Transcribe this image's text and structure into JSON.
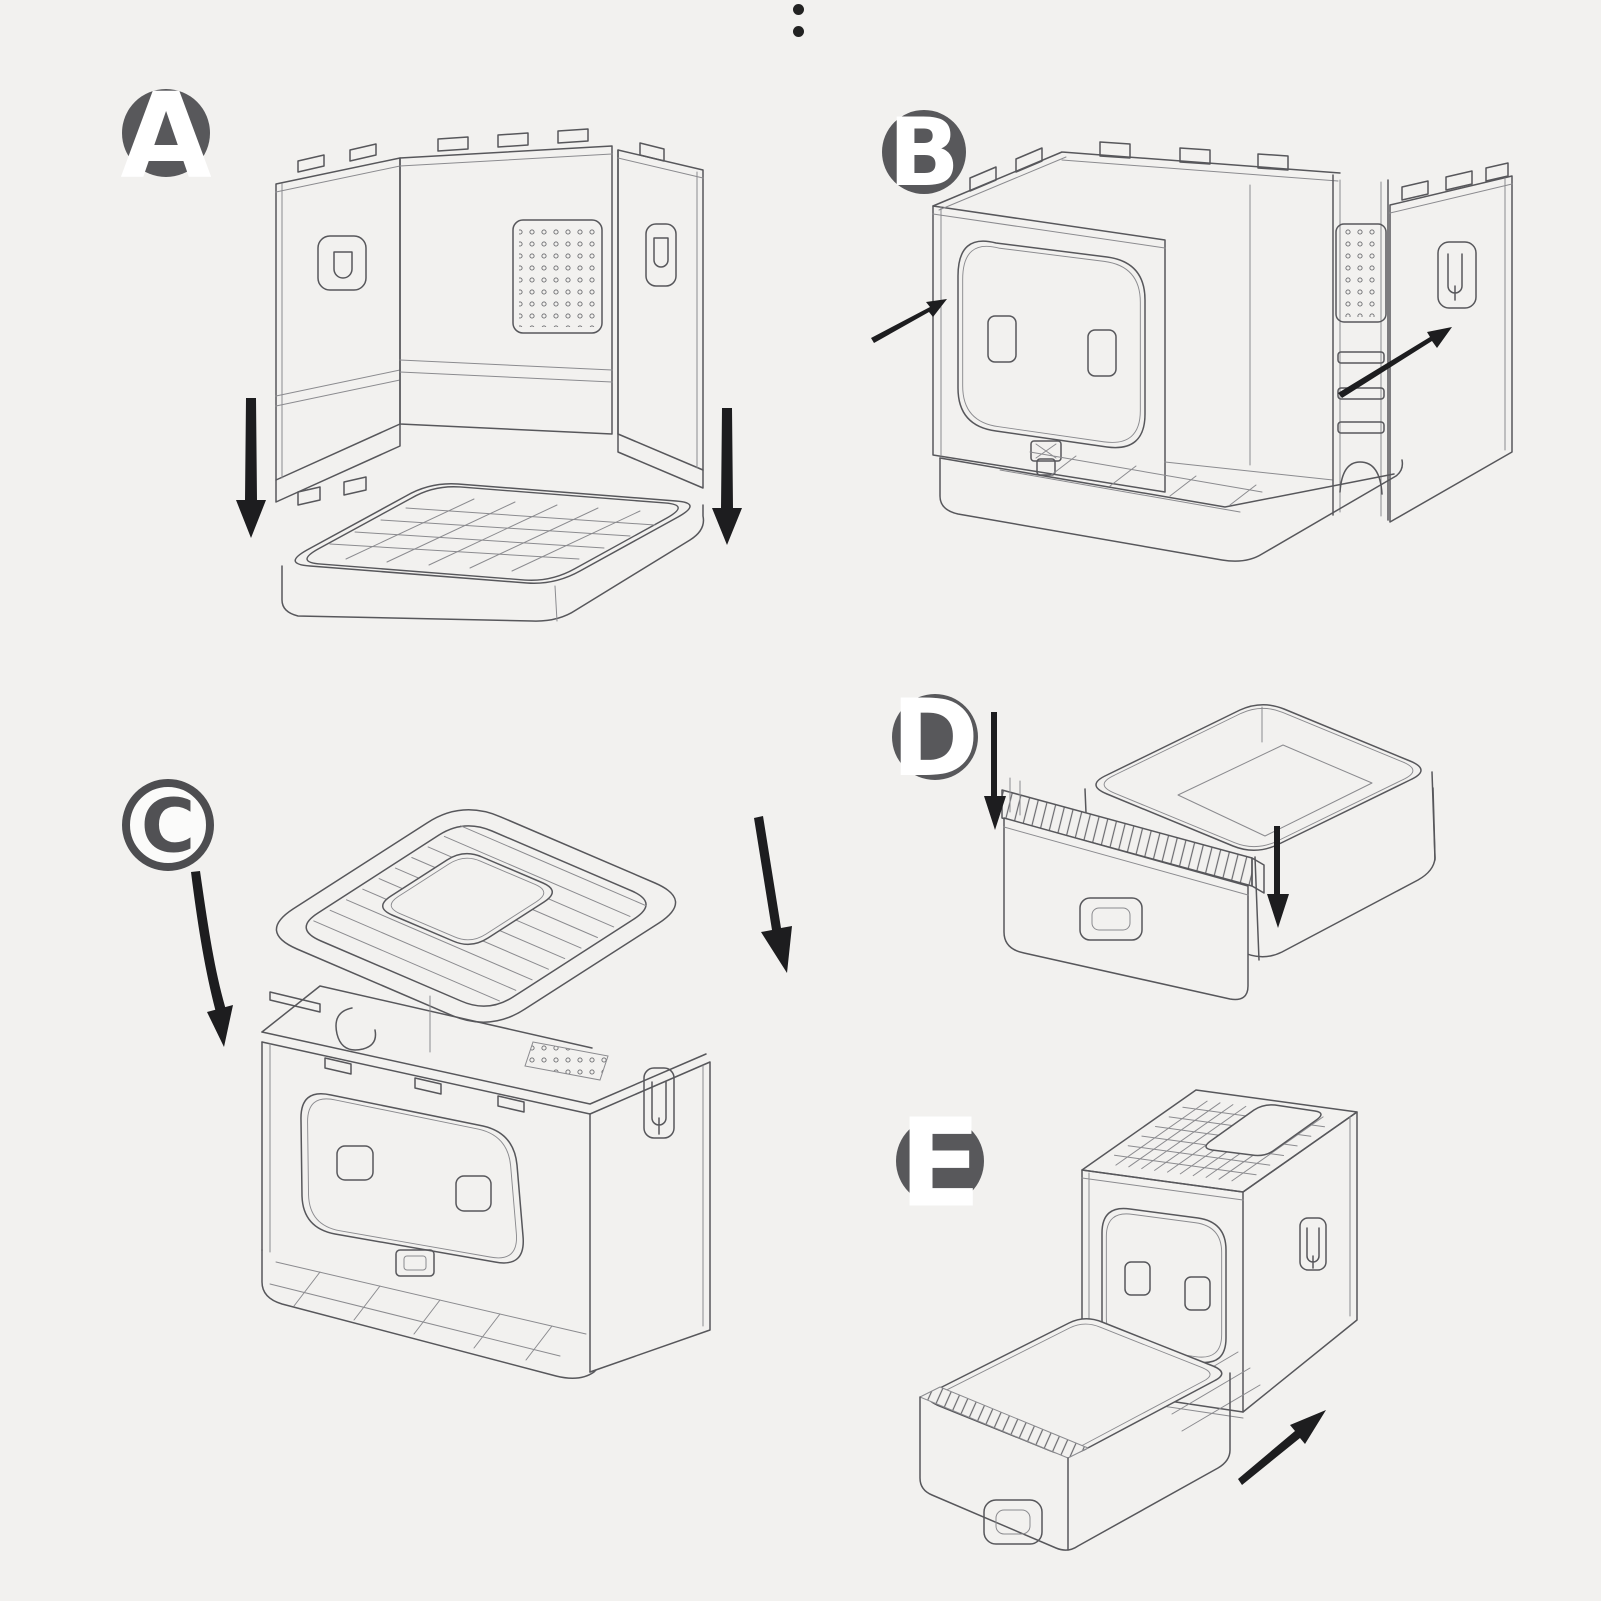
{
  "palette": {
    "background": "#f2f1ef",
    "badge-fill": "#58585b",
    "badge-letter": "#ffffff",
    "badge-outline-fill": "#fbfbfa",
    "badge-outline-ring": "#4d4d50",
    "badge-outline-letter": "#515154",
    "line": "#57575b",
    "line-light": "#8b8b8f",
    "arrow": "#1d1d1f",
    "dot": "#222222"
  },
  "pagination": {
    "dot_count": 2
  },
  "steps": [
    {
      "id": "A",
      "label": "A",
      "badge_style": "solid",
      "illustration": "three-folding-side-panels-lowered-onto-base-tray",
      "arrows": [
        "down-left",
        "down-right"
      ]
    },
    {
      "id": "B",
      "label": "B",
      "badge_style": "solid",
      "illustration": "front-and-side-panels-unfolded-into-open-box",
      "arrows": [
        "push-left-panel",
        "push-right-panel"
      ]
    },
    {
      "id": "C",
      "label": "C",
      "badge_style": "outline",
      "illustration": "top-lid-lowered-onto-assembled-box",
      "arrows": [
        "down-from-badge",
        "down-right-side"
      ]
    },
    {
      "id": "D",
      "label": "D",
      "badge_style": "solid",
      "illustration": "filter-grate-and-drawer-fitted-under-litter-tray",
      "arrows": [
        "down-left",
        "down-center"
      ]
    },
    {
      "id": "E",
      "label": "E",
      "badge_style": "solid",
      "illustration": "pull-out-drawer-slid-into-finished-litter-box",
      "arrows": [
        "slide-drawer"
      ]
    }
  ]
}
